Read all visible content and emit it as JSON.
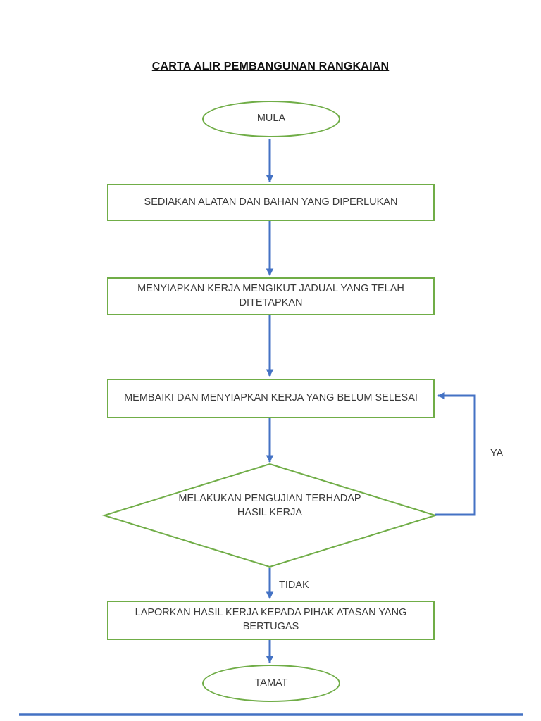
{
  "page": {
    "title": "CARTA ALIR PEMBANGUNAN RANGKAIAN"
  },
  "colors": {
    "shape_border_green": "#70AD47",
    "arrow_blue": "#4472C4",
    "text_dark": "#3a3a3a"
  },
  "flowchart": {
    "nodes": {
      "start": {
        "type": "terminator",
        "label": "MULA"
      },
      "step1": {
        "type": "process",
        "label": "SEDIAKAN ALATAN DAN BAHAN YANG DIPERLUKAN"
      },
      "step2": {
        "type": "process",
        "label": "MENYIAPKAN KERJA MENGIKUT JADUAL YANG TELAH DITETAPKAN"
      },
      "step3": {
        "type": "process",
        "label": "MEMBAIKI DAN MENYIAPKAN KERJA YANG BELUM SELESAI"
      },
      "decision": {
        "type": "decision",
        "label": "MELAKUKAN PENGUJIAN TERHADAP HASIL KERJA"
      },
      "step4": {
        "type": "process",
        "label": "LAPORKAN HASIL KERJA KEPADA PIHAK ATASAN YANG BERTUGAS"
      },
      "end": {
        "type": "terminator",
        "label": "TAMAT"
      }
    },
    "edge_labels": {
      "yes": "YA",
      "no": "TIDAK"
    }
  }
}
